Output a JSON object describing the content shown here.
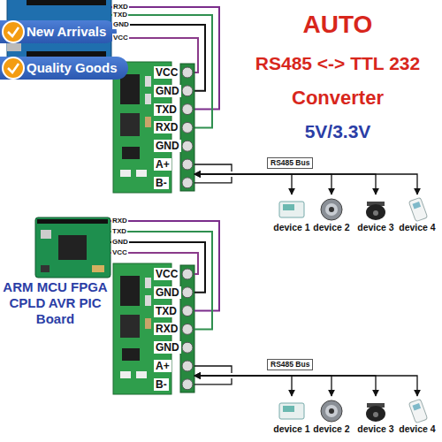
{
  "diagram": {
    "title": "AUTO",
    "nodes": [
      {
        "text": [
          "VCC",
          "GND",
          "TXD",
          "RXD",
          "GND",
          "A+",
          "B-"
        ]
      },
      {
        "text": [
          "device 1"
        ]
      },
      {
        "text": [
          "device 2"
        ]
      },
      {
        "text": [
          "device 3"
        ]
      },
      {
        "text": [
          "device 4"
        ]
      },
      {
        "text": [
          "ARM MCU FPGA CPLD AVR PIC Board"
        ]
      },
      {
        "text": [
          "VCC",
          "GND",
          "TXD",
          "RXD",
          "GND",
          "A+",
          "B-"
        ]
      },
      {
        "text": [
          "device 1"
        ]
      },
      {
        "text": [
          "device 2"
        ]
      },
      {
        "text": [
          "device 3"
        ]
      },
      {
        "text": [
          "device 4"
        ]
      }
    ],
    "edges": [
      {
        "from": 0,
        "to": 1,
        "arrow": "both"
      },
      {
        "from": 0,
        "to": 2,
        "arrow": "both"
      },
      {
        "from": 0,
        "to": 3,
        "arrow": "both"
      },
      {
        "from": 0,
        "to": 4,
        "arrow": "both"
      },
      {
        "from": 5,
        "to": 6,
        "label": "RXD",
        "arrow": "none"
      },
      {
        "from": 5,
        "to": 6,
        "label": "TXD",
        "arrow": "none"
      },
      {
        "from": 5,
        "to": 6,
        "label": "GND",
        "arrow": "none"
      },
      {
        "from": 5,
        "to": 6,
        "label": "VCC",
        "arrow": "none"
      },
      {
        "from": 6,
        "to": 7,
        "arrow": "both"
      },
      {
        "from": 6,
        "to": 8,
        "arrow": "both"
      },
      {
        "from": 6,
        "to": 9,
        "arrow": "both"
      },
      {
        "from": 6,
        "to": 10,
        "arrow": "both"
      }
    ],
    "labels": [
      "New Arrivals",
      "Quality Goods",
      "RS485 <-> TTL 232",
      "Converter",
      "5V/3.3V",
      "RXD",
      "TXD",
      "GND",
      "VCC",
      "RS485 Bus",
      "RS485 Bus"
    ]
  }
}
